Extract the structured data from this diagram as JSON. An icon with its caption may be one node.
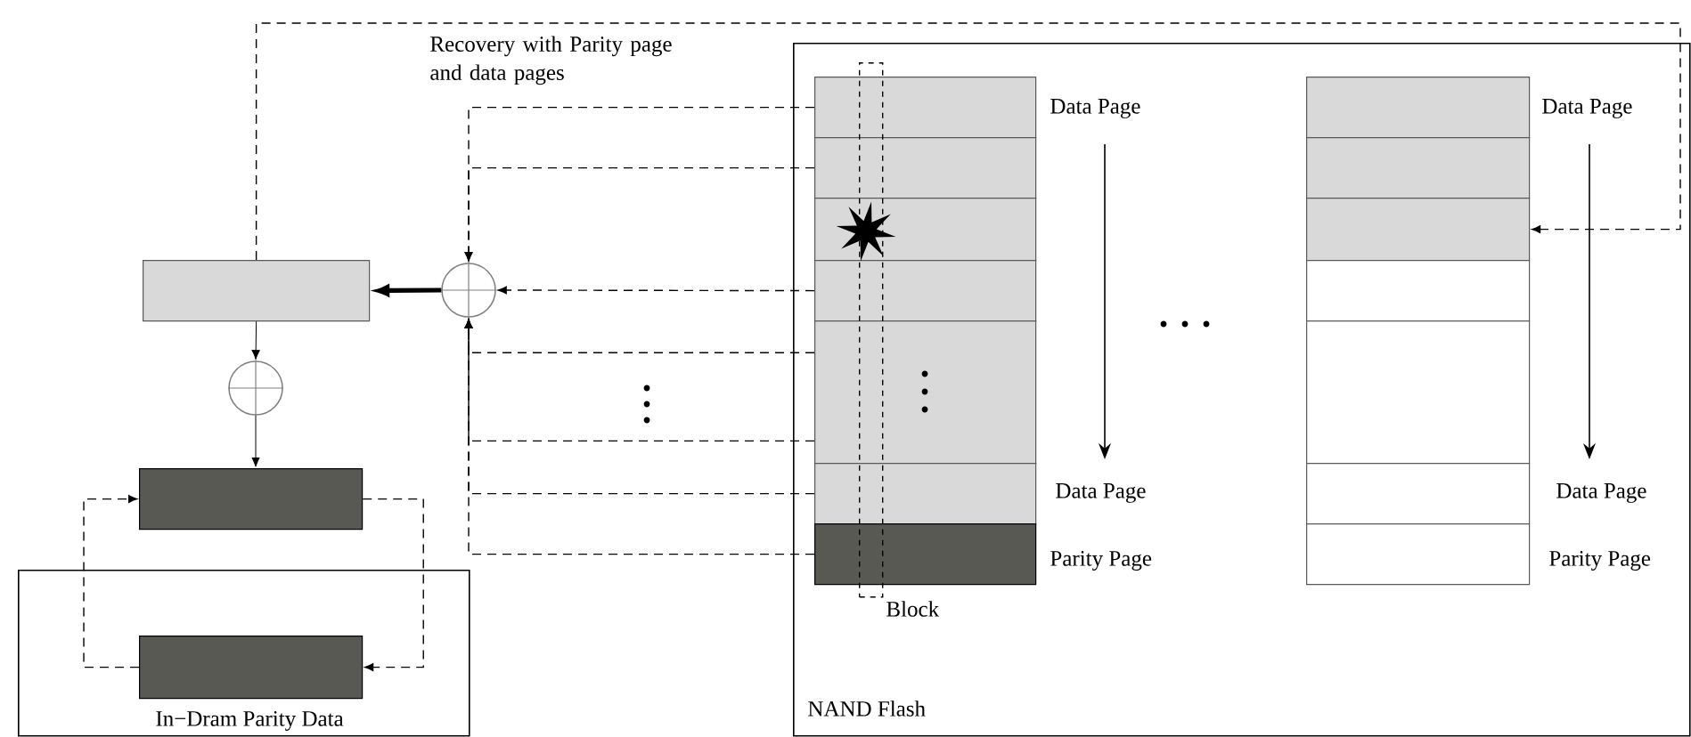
{
  "diagram": {
    "nodes": [
      {
        "text": [
          "NAND Flash"
        ]
      },
      {
        "text": [
          "In−Dram Parity Data"
        ]
      },
      {
        "text": [],
        "shape": "box"
      },
      {
        "text": [],
        "shape": "circle"
      },
      {
        "text": [],
        "shape": "circle"
      },
      {
        "text": [],
        "shape": "box"
      },
      {
        "text": [],
        "shape": "box",
        "in": 1
      },
      {
        "text": [],
        "shape": "box",
        "in": 0,
        "beside": [
          "Data Page"
        ]
      },
      {
        "text": [],
        "shape": "box",
        "in": 0
      },
      {
        "text": [],
        "shape": "box",
        "in": 0
      },
      {
        "text": [],
        "shape": "box",
        "in": 0
      },
      {
        "text": [],
        "shape": "box",
        "in": 0
      },
      {
        "text": [],
        "shape": "box",
        "in": 0,
        "beside": [
          "Data Page"
        ]
      },
      {
        "text": [],
        "shape": "box",
        "in": 0,
        "beside": [
          "Parity Page"
        ]
      },
      {
        "text": [],
        "shape": "box",
        "in": 0,
        "beside": [
          "Data Page"
        ]
      },
      {
        "text": [],
        "shape": "box",
        "in": 0
      },
      {
        "text": [],
        "shape": "box",
        "in": 0
      },
      {
        "text": [],
        "shape": "box",
        "in": 0
      },
      {
        "text": [],
        "shape": "box",
        "in": 0
      },
      {
        "text": [],
        "shape": "box",
        "in": 0,
        "beside": [
          "Data Page"
        ]
      },
      {
        "text": [],
        "shape": "box",
        "in": 0,
        "beside": [
          "Parity Page"
        ]
      },
      {
        "text": [
          "Block"
        ],
        "in": 0
      }
    ],
    "edges": [
      {
        "from": 7,
        "to": 3,
        "arrow": "to",
        "style": "dashed"
      },
      {
        "from": 8,
        "to": 3,
        "arrow": "to",
        "style": "dashed"
      },
      {
        "from": 10,
        "to": 3,
        "arrow": "to",
        "style": "dashed"
      },
      {
        "from": 11,
        "to": 3,
        "arrow": "to",
        "style": "dashed"
      },
      {
        "from": 11,
        "to": 3,
        "arrow": "to",
        "style": "dashed"
      },
      {
        "from": 12,
        "to": 3,
        "arrow": "to",
        "style": "dashed"
      },
      {
        "from": 13,
        "to": 3,
        "arrow": "to",
        "style": "dashed"
      },
      {
        "from": 3,
        "to": 2,
        "arrow": "to",
        "style": "thick"
      },
      {
        "from": 2,
        "to": 4,
        "arrow": "to"
      },
      {
        "from": 4,
        "to": 5,
        "arrow": "to"
      },
      {
        "from": 5,
        "to": 6,
        "arrow": "to",
        "style": "dashed"
      },
      {
        "from": 6,
        "to": 5,
        "arrow": "to",
        "style": "dashed"
      },
      {
        "from": 2,
        "to": 16,
        "arrow": "to",
        "style": "dashed"
      }
    ],
    "labels": [
      "Recovery with Parity page and data pages"
    ]
  }
}
